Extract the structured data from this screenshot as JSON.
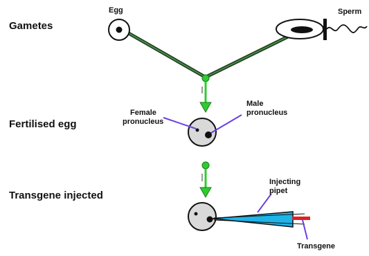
{
  "stages": {
    "gametes": "Gametes",
    "fertilised": "Fertilised egg",
    "injected": "Transgene injected"
  },
  "labels": {
    "egg": "Egg",
    "sperm": "Sperm",
    "female_line1": "Female",
    "female_line2": "pronucleus",
    "male_line1": "Male",
    "male_line2": "pronucleus",
    "pipet_line1": "Injecting",
    "pipet_line2": "pipet",
    "transgene": "Transgene"
  },
  "colors": {
    "arrow": "#2ecc2e",
    "line": "#2f6f2f",
    "pointer": "#6a3fe0",
    "cell": "#d9d9d9",
    "pipet": "#1fb4e8",
    "transgene": "#e02020"
  }
}
